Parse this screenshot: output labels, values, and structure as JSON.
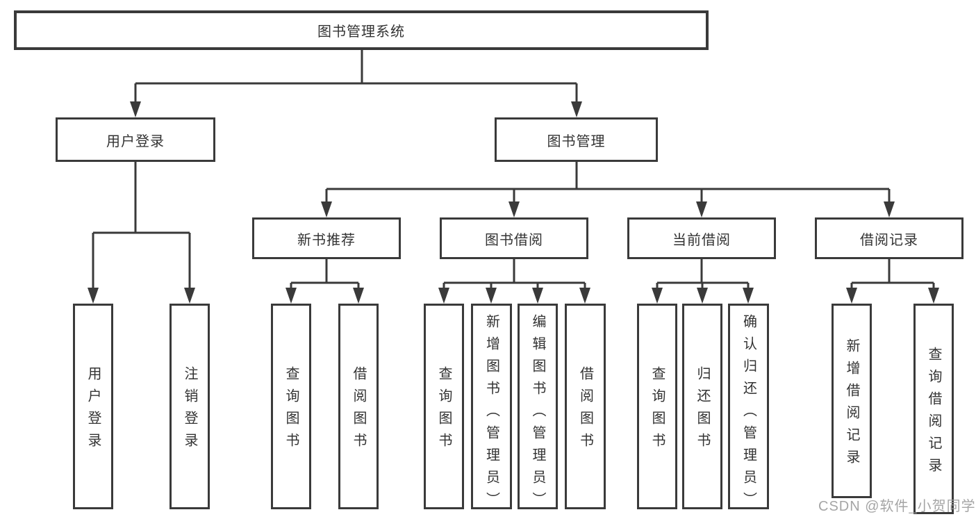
{
  "diagram": {
    "root": {
      "label": "图书管理系统"
    },
    "level2": [
      {
        "label": "用户登录"
      },
      {
        "label": "图书管理"
      }
    ],
    "level3": [
      {
        "label": "新书推荐"
      },
      {
        "label": "图书借阅"
      },
      {
        "label": "当前借阅"
      },
      {
        "label": "借阅记录"
      }
    ],
    "leaves": [
      {
        "label": "用户登录"
      },
      {
        "label": "注销登录"
      },
      {
        "label": "查询图书"
      },
      {
        "label": "借阅图书"
      },
      {
        "label": "查询图书"
      },
      {
        "label": "新增图书（管理员）"
      },
      {
        "label": "编辑图书（管理员）"
      },
      {
        "label": "借阅图书"
      },
      {
        "label": "查询图书"
      },
      {
        "label": "归还图书"
      },
      {
        "label": "确认归还（管理员）"
      },
      {
        "label": "新增借阅记录"
      },
      {
        "label": "查询借阅记录"
      }
    ],
    "colors": {
      "line": "#3a3a3a",
      "text": "#333333",
      "background": "#ffffff",
      "watermark": "#9b9b9b"
    },
    "watermark": "CSDN @软件_小贺同学"
  }
}
